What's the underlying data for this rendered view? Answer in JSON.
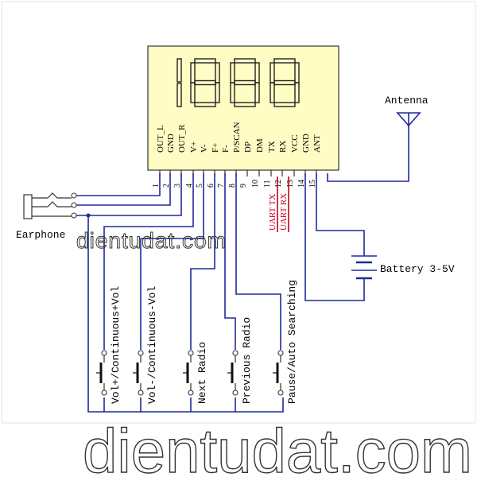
{
  "module": {
    "display_digits": [
      "1",
      "8",
      "8",
      "8"
    ],
    "pins": [
      {
        "number": "1",
        "name": "OUT_L"
      },
      {
        "number": "2",
        "name": "GND"
      },
      {
        "number": "3",
        "name": "OUT_R"
      },
      {
        "number": "4",
        "name": "V+"
      },
      {
        "number": "5",
        "name": "V-"
      },
      {
        "number": "6",
        "name": "F+"
      },
      {
        "number": "7",
        "name": "F-"
      },
      {
        "number": "8",
        "name": "P/SCAN"
      },
      {
        "number": "9",
        "name": "DP"
      },
      {
        "number": "10",
        "name": "DM"
      },
      {
        "number": "11",
        "name": "TX"
      },
      {
        "number": "12",
        "name": "RX"
      },
      {
        "number": "13",
        "name": "VCC"
      },
      {
        "number": "14",
        "name": "GND"
      },
      {
        "number": "15",
        "name": "ANT"
      }
    ]
  },
  "labels": {
    "antenna": "Antenna",
    "earphone": "Earphone",
    "battery": "Battery 3-5V",
    "uart_tx": "UART TX",
    "uart_rx": "UART RX"
  },
  "buttons": [
    {
      "label": "Vol+/Continuous+Vol"
    },
    {
      "label": "Vol-/Continuous-Vol"
    },
    {
      "label": "Next Radio"
    },
    {
      "label": "Previous Radio"
    },
    {
      "label": "Pause/Auto Searching"
    }
  ],
  "watermark": {
    "small": "dientudat.com",
    "large": "dientudat.com"
  },
  "colors": {
    "wire": "#1f2a9c",
    "uart": "#c0001a",
    "module_fill": "#fffcc4"
  }
}
